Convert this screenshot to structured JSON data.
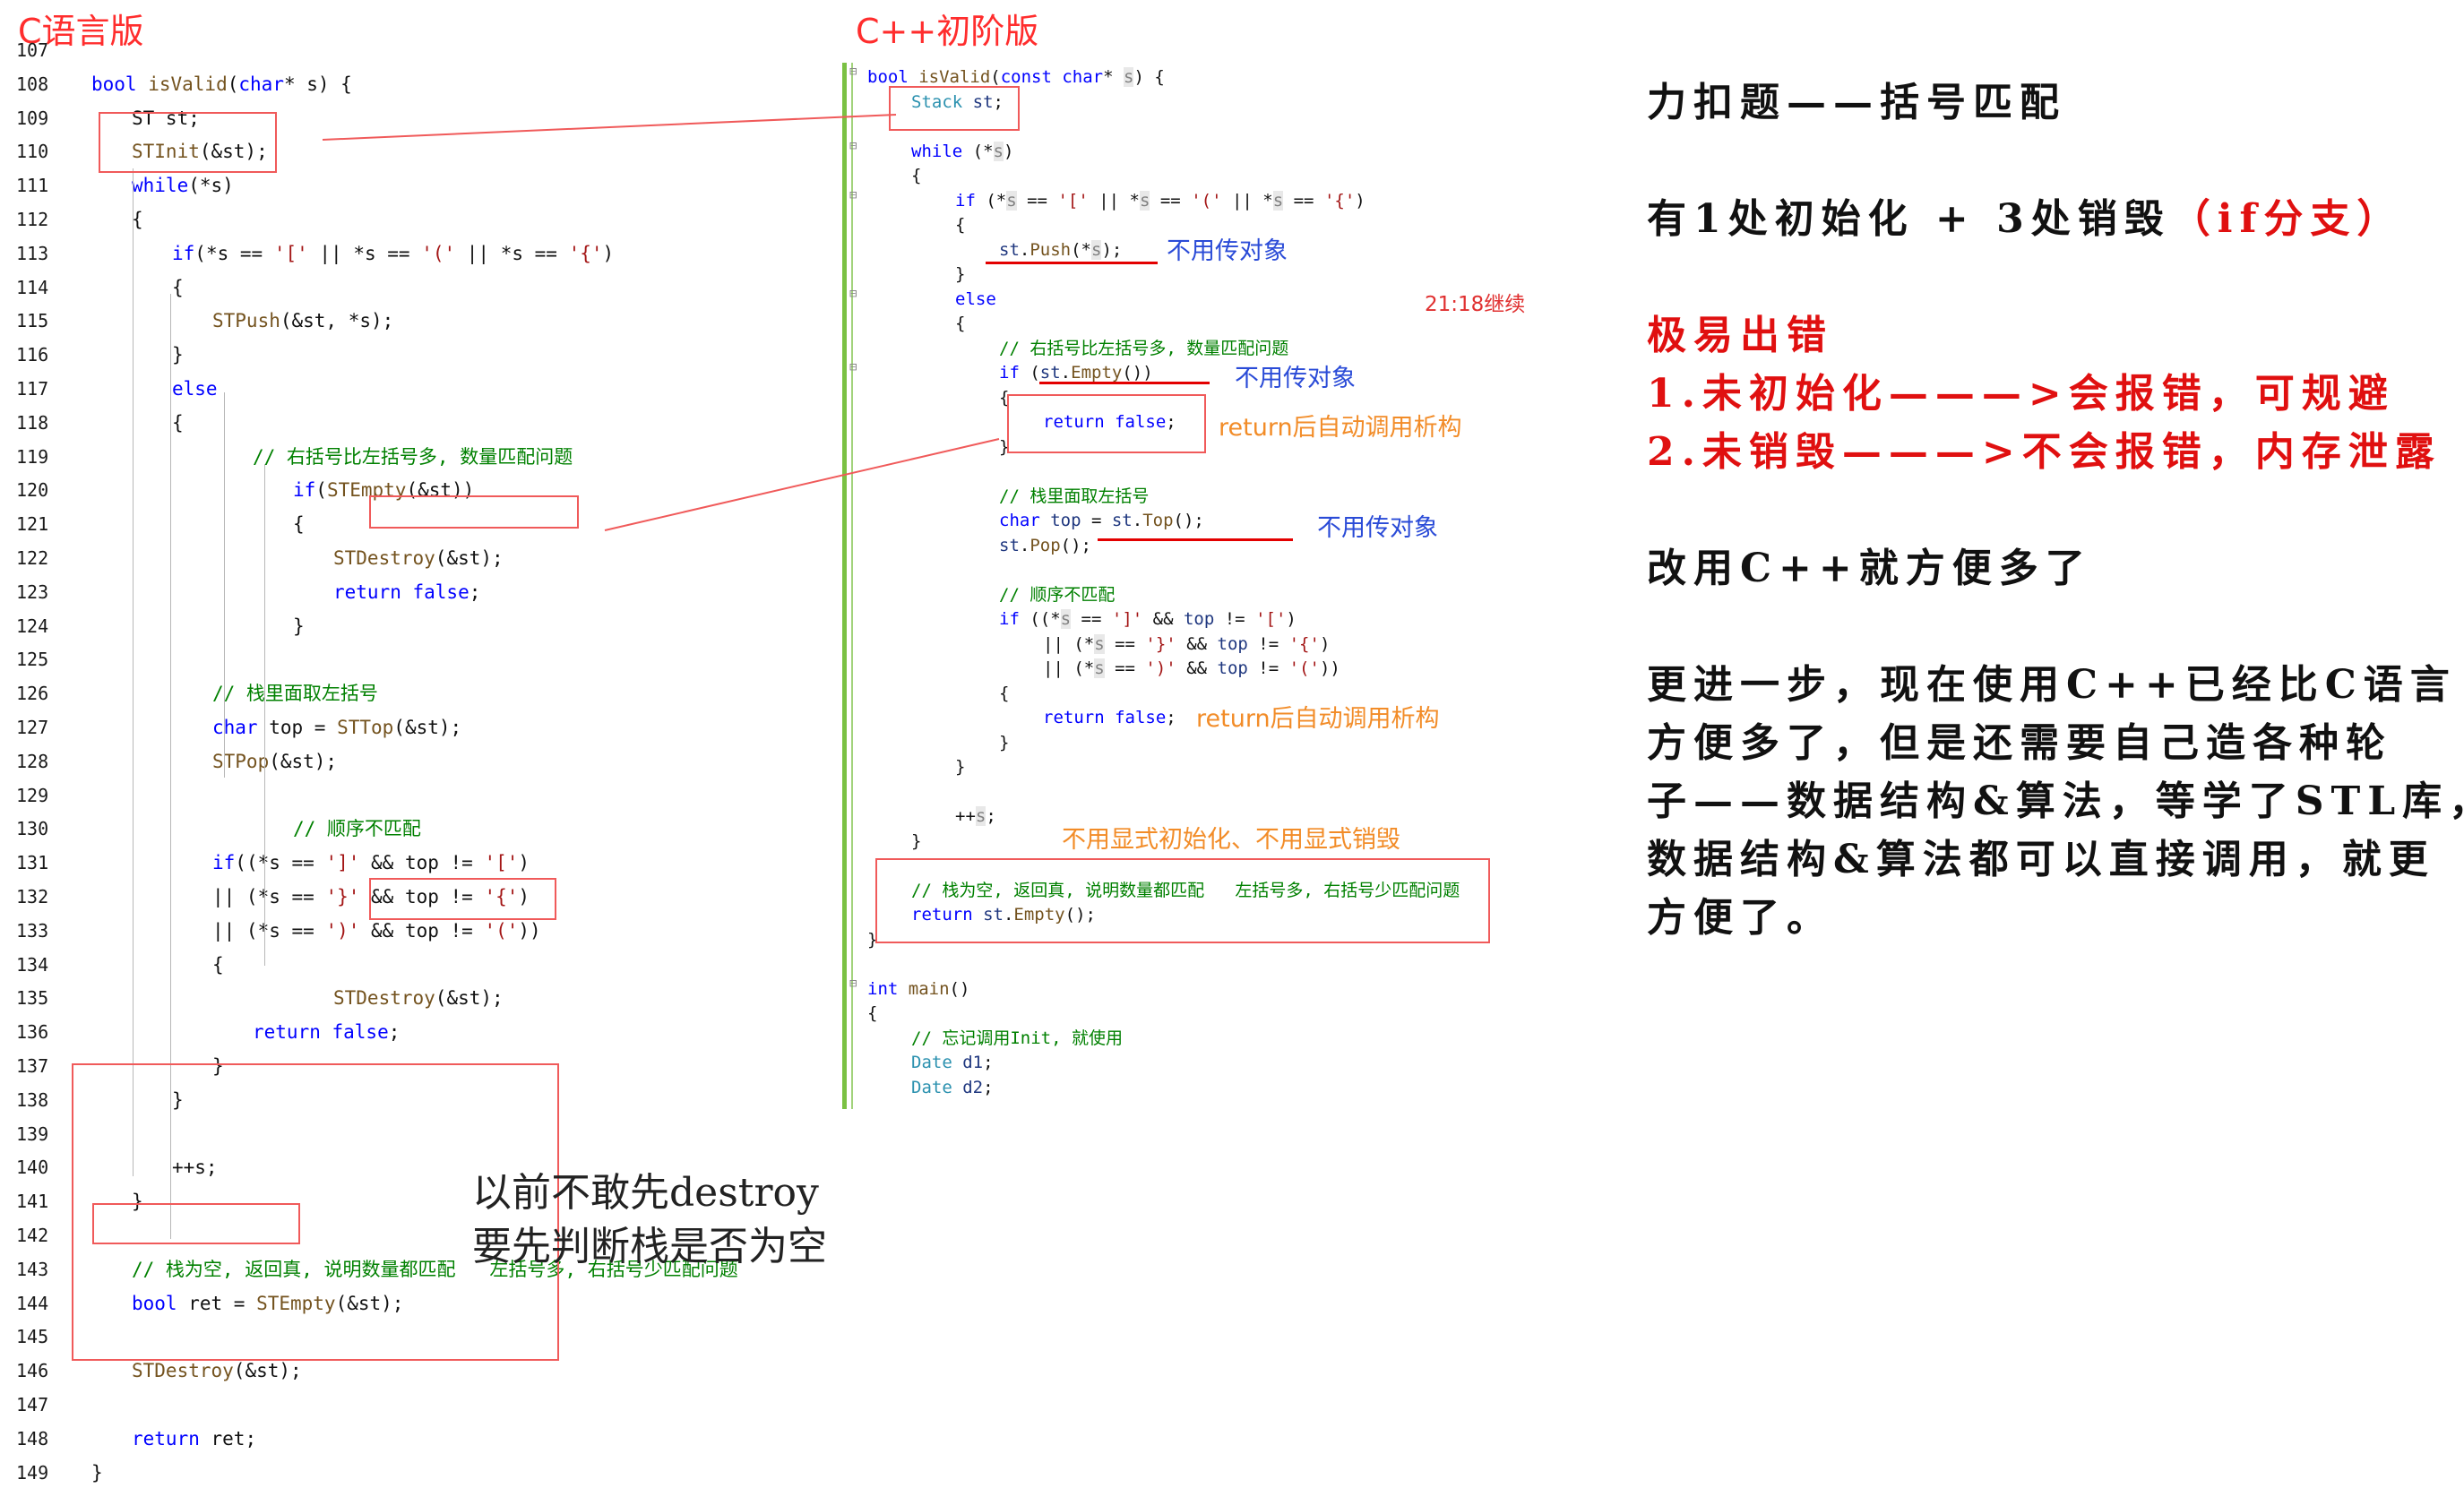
{
  "titles": {
    "c": "C语言版",
    "cpp": "C++初阶版"
  },
  "c_code": [
    {
      "n": "107",
      "t": []
    },
    {
      "n": "108",
      "t": [
        [
          "kw",
          "bool "
        ],
        [
          "fn",
          "isValid"
        ],
        [
          "plain",
          "("
        ],
        [
          "kw",
          "char"
        ],
        [
          "plain",
          "* s) {"
        ]
      ]
    },
    {
      "n": "109",
      "i": 1,
      "t": [
        [
          "plain",
          "ST st;"
        ]
      ]
    },
    {
      "n": "110",
      "i": 1,
      "t": [
        [
          "fn",
          "STInit"
        ],
        [
          "plain",
          "(&st);"
        ]
      ]
    },
    {
      "n": "111",
      "i": 1,
      "t": [
        [
          "kw",
          "while"
        ],
        [
          "plain",
          "(*s)"
        ]
      ]
    },
    {
      "n": "112",
      "i": 1,
      "t": [
        [
          "plain",
          "{"
        ]
      ]
    },
    {
      "n": "113",
      "i": 2,
      "t": [
        [
          "kw",
          "if"
        ],
        [
          "plain",
          "(*s == "
        ],
        [
          "str",
          "'['"
        ],
        [
          "plain",
          " || *s == "
        ],
        [
          "str",
          "'('"
        ],
        [
          "plain",
          " || *s == "
        ],
        [
          "str",
          "'{'"
        ],
        [
          "plain",
          ")"
        ]
      ]
    },
    {
      "n": "114",
      "i": 2,
      "t": [
        [
          "plain",
          "{"
        ]
      ]
    },
    {
      "n": "115",
      "i": 3,
      "t": [
        [
          "fn",
          "STPush"
        ],
        [
          "plain",
          "(&st, *s);"
        ]
      ]
    },
    {
      "n": "116",
      "i": 2,
      "t": [
        [
          "plain",
          "}"
        ]
      ]
    },
    {
      "n": "117",
      "i": 2,
      "t": [
        [
          "kw",
          "else"
        ]
      ]
    },
    {
      "n": "118",
      "i": 2,
      "t": [
        [
          "plain",
          "{"
        ]
      ]
    },
    {
      "n": "119",
      "i": 4,
      "t": [
        [
          "cm",
          "// 右括号比左括号多, 数量匹配问题"
        ]
      ]
    },
    {
      "n": "120",
      "i": 5,
      "t": [
        [
          "kw",
          "if"
        ],
        [
          "plain",
          "("
        ],
        [
          "fn",
          "STEmpty"
        ],
        [
          "plain",
          "(&st))"
        ]
      ]
    },
    {
      "n": "121",
      "i": 5,
      "t": [
        [
          "plain",
          "{"
        ]
      ]
    },
    {
      "n": "122",
      "i": 6,
      "t": [
        [
          "fn",
          "STDestroy"
        ],
        [
          "plain",
          "(&st);"
        ]
      ]
    },
    {
      "n": "123",
      "i": 6,
      "t": [
        [
          "kw",
          "return false"
        ],
        [
          "plain",
          ";"
        ]
      ]
    },
    {
      "n": "124",
      "i": 5,
      "t": [
        [
          "plain",
          "}"
        ]
      ]
    },
    {
      "n": "125",
      "t": []
    },
    {
      "n": "126",
      "i": 3,
      "t": [
        [
          "cm",
          "// 栈里面取左括号"
        ]
      ]
    },
    {
      "n": "127",
      "i": 3,
      "t": [
        [
          "kw",
          "char "
        ],
        [
          "plain",
          "top = "
        ],
        [
          "fn",
          "STTop"
        ],
        [
          "plain",
          "(&st);"
        ]
      ]
    },
    {
      "n": "128",
      "i": 3,
      "t": [
        [
          "fn",
          "STPop"
        ],
        [
          "plain",
          "(&st);"
        ]
      ]
    },
    {
      "n": "129",
      "t": []
    },
    {
      "n": "130",
      "i": 5,
      "t": [
        [
          "cm",
          "// 顺序不匹配"
        ]
      ]
    },
    {
      "n": "131",
      "i": 3,
      "t": [
        [
          "kw",
          "if"
        ],
        [
          "plain",
          "((*s == "
        ],
        [
          "str",
          "']'"
        ],
        [
          "plain",
          " && top != "
        ],
        [
          "str",
          "'['"
        ],
        [
          "plain",
          ")"
        ]
      ]
    },
    {
      "n": "132",
      "i": 3,
      "t": [
        [
          "plain",
          "|| (*s == "
        ],
        [
          "str",
          "'}'"
        ],
        [
          "plain",
          " && top != "
        ],
        [
          "str",
          "'{'"
        ],
        [
          "plain",
          ")"
        ]
      ]
    },
    {
      "n": "133",
      "i": 3,
      "t": [
        [
          "plain",
          "|| (*s == "
        ],
        [
          "str",
          "')'"
        ],
        [
          "plain",
          " && top != "
        ],
        [
          "str",
          "'('"
        ],
        [
          "plain",
          "))"
        ]
      ]
    },
    {
      "n": "134",
      "i": 3,
      "t": [
        [
          "plain",
          "{"
        ]
      ]
    },
    {
      "n": "135",
      "i": 6,
      "t": [
        [
          "fn",
          "STDestroy"
        ],
        [
          "plain",
          "(&st);"
        ]
      ]
    },
    {
      "n": "136",
      "i": 4,
      "t": [
        [
          "kw",
          "return false"
        ],
        [
          "plain",
          ";"
        ]
      ]
    },
    {
      "n": "137",
      "i": 3,
      "t": [
        [
          "plain",
          "}"
        ]
      ]
    },
    {
      "n": "138",
      "i": 2,
      "t": [
        [
          "plain",
          "}"
        ]
      ]
    },
    {
      "n": "139",
      "t": []
    },
    {
      "n": "140",
      "i": 2,
      "t": [
        [
          "plain",
          "++s;"
        ]
      ]
    },
    {
      "n": "141",
      "i": 1,
      "t": [
        [
          "plain",
          "}"
        ]
      ]
    },
    {
      "n": "142",
      "t": []
    },
    {
      "n": "143",
      "i": 1,
      "t": [
        [
          "cm",
          "// 栈为空, 返回真, 说明数量都匹配   左括号多, 右括号少匹配问题"
        ]
      ]
    },
    {
      "n": "144",
      "i": 1,
      "t": [
        [
          "kw",
          "bool "
        ],
        [
          "plain",
          "ret = "
        ],
        [
          "fn",
          "STEmpty"
        ],
        [
          "plain",
          "(&st);"
        ]
      ]
    },
    {
      "n": "145",
      "t": []
    },
    {
      "n": "146",
      "i": 1,
      "t": [
        [
          "fn",
          "STDestroy"
        ],
        [
          "plain",
          "(&st);"
        ]
      ]
    },
    {
      "n": "147",
      "t": []
    },
    {
      "n": "148",
      "i": 1,
      "t": [
        [
          "kw",
          "return "
        ],
        [
          "plain",
          "ret;"
        ]
      ]
    },
    {
      "n": "149",
      "t": [
        [
          "plain",
          "}"
        ]
      ]
    }
  ],
  "cpp_code": [
    {
      "y": 0,
      "i": 0,
      "t": [
        [
          "kw",
          "bool "
        ],
        [
          "fn",
          "isValid"
        ],
        [
          "plain",
          "("
        ],
        [
          "kw",
          "const char"
        ],
        [
          "plain",
          "* "
        ],
        [
          "par",
          "s"
        ],
        [
          "plain",
          ") {"
        ]
      ]
    },
    {
      "y": 1,
      "i": 1,
      "t": [
        [
          "ty",
          "Stack "
        ],
        [
          "var",
          "st"
        ],
        [
          "plain",
          ";"
        ]
      ]
    },
    {
      "y": 3,
      "i": 1,
      "t": [
        [
          "kw",
          "while "
        ],
        [
          "plain",
          "(*"
        ],
        [
          "par",
          "s"
        ],
        [
          "plain",
          ")"
        ]
      ]
    },
    {
      "y": 4,
      "i": 1,
      "t": [
        [
          "plain",
          "{"
        ]
      ]
    },
    {
      "y": 5,
      "i": 2,
      "t": [
        [
          "kw",
          "if "
        ],
        [
          "plain",
          "(*"
        ],
        [
          "par",
          "s"
        ],
        [
          "plain",
          " == "
        ],
        [
          "str",
          "'['"
        ],
        [
          "plain",
          " || *"
        ],
        [
          "par",
          "s"
        ],
        [
          "plain",
          " == "
        ],
        [
          "str",
          "'('"
        ],
        [
          "plain",
          " || *"
        ],
        [
          "par",
          "s"
        ],
        [
          "plain",
          " == "
        ],
        [
          "str",
          "'{'"
        ],
        [
          "plain",
          ")"
        ]
      ]
    },
    {
      "y": 6,
      "i": 2,
      "t": [
        [
          "plain",
          "{"
        ]
      ]
    },
    {
      "y": 7,
      "i": 3,
      "t": [
        [
          "var",
          "st"
        ],
        [
          "plain",
          "."
        ],
        [
          "fn",
          "Push"
        ],
        [
          "plain",
          "(*"
        ],
        [
          "par",
          "s"
        ],
        [
          "plain",
          ");"
        ]
      ]
    },
    {
      "y": 8,
      "i": 2,
      "t": [
        [
          "plain",
          "}"
        ]
      ]
    },
    {
      "y": 9,
      "i": 2,
      "t": [
        [
          "kw",
          "else"
        ]
      ]
    },
    {
      "y": 10,
      "i": 2,
      "t": [
        [
          "plain",
          "{"
        ]
      ]
    },
    {
      "y": 11,
      "i": 3,
      "t": [
        [
          "cm",
          "// 右括号比左括号多, 数量匹配问题"
        ]
      ]
    },
    {
      "y": 12,
      "i": 3,
      "t": [
        [
          "kw",
          "if "
        ],
        [
          "plain",
          "("
        ],
        [
          "var",
          "st"
        ],
        [
          "plain",
          "."
        ],
        [
          "fn",
          "Empty"
        ],
        [
          "plain",
          "())"
        ]
      ]
    },
    {
      "y": 13,
      "i": 3,
      "t": [
        [
          "plain",
          "{"
        ]
      ]
    },
    {
      "y": 14,
      "i": 4,
      "t": [
        [
          "kw",
          "return false"
        ],
        [
          "plain",
          ";"
        ]
      ]
    },
    {
      "y": 15,
      "i": 3,
      "t": [
        [
          "plain",
          "}"
        ]
      ]
    },
    {
      "y": 17,
      "i": 3,
      "t": [
        [
          "cm",
          "// 栈里面取左括号"
        ]
      ]
    },
    {
      "y": 18,
      "i": 3,
      "t": [
        [
          "kw",
          "char "
        ],
        [
          "var",
          "top"
        ],
        [
          "plain",
          " = "
        ],
        [
          "var",
          "st"
        ],
        [
          "plain",
          "."
        ],
        [
          "fn",
          "Top"
        ],
        [
          "plain",
          "();"
        ]
      ]
    },
    {
      "y": 19,
      "i": 3,
      "t": [
        [
          "var",
          "st"
        ],
        [
          "plain",
          "."
        ],
        [
          "fn",
          "Pop"
        ],
        [
          "plain",
          "();"
        ]
      ]
    },
    {
      "y": 21,
      "i": 3,
      "t": [
        [
          "cm",
          "// 顺序不匹配"
        ]
      ]
    },
    {
      "y": 22,
      "i": 3,
      "t": [
        [
          "kw",
          "if "
        ],
        [
          "plain",
          "((*"
        ],
        [
          "par",
          "s"
        ],
        [
          "plain",
          " == "
        ],
        [
          "str",
          "']'"
        ],
        [
          "plain",
          " && "
        ],
        [
          "var",
          "top"
        ],
        [
          "plain",
          " != "
        ],
        [
          "str",
          "'['"
        ],
        [
          "plain",
          ")"
        ]
      ]
    },
    {
      "y": 23,
      "i": 4,
      "t": [
        [
          "plain",
          "|| (*"
        ],
        [
          "par",
          "s"
        ],
        [
          "plain",
          " == "
        ],
        [
          "str",
          "'}'"
        ],
        [
          "plain",
          " && "
        ],
        [
          "var",
          "top"
        ],
        [
          "plain",
          " != "
        ],
        [
          "str",
          "'{'"
        ],
        [
          "plain",
          ")"
        ]
      ]
    },
    {
      "y": 24,
      "i": 4,
      "t": [
        [
          "plain",
          "|| (*"
        ],
        [
          "par",
          "s"
        ],
        [
          "plain",
          " == "
        ],
        [
          "str",
          "')'"
        ],
        [
          "plain",
          " && "
        ],
        [
          "var",
          "top"
        ],
        [
          "plain",
          " != "
        ],
        [
          "str",
          "'('"
        ],
        [
          "plain",
          "))"
        ]
      ]
    },
    {
      "y": 25,
      "i": 3,
      "t": [
        [
          "plain",
          "{"
        ]
      ]
    },
    {
      "y": 26,
      "i": 4,
      "t": [
        [
          "kw",
          "return false"
        ],
        [
          "plain",
          ";"
        ]
      ]
    },
    {
      "y": 27,
      "i": 3,
      "t": [
        [
          "plain",
          "}"
        ]
      ]
    },
    {
      "y": 28,
      "i": 2,
      "t": [
        [
          "plain",
          "}"
        ]
      ]
    },
    {
      "y": 30,
      "i": 2,
      "t": [
        [
          "plain",
          "++"
        ],
        [
          "par",
          "s"
        ],
        [
          "plain",
          ";"
        ]
      ]
    },
    {
      "y": 31,
      "i": 1,
      "t": [
        [
          "plain",
          "}"
        ]
      ]
    },
    {
      "y": 33,
      "i": 1,
      "t": [
        [
          "cm",
          "// 栈为空, 返回真, 说明数量都匹配   左括号多, 右括号少匹配问题"
        ]
      ]
    },
    {
      "y": 34,
      "i": 1,
      "t": [
        [
          "kw",
          "return "
        ],
        [
          "var",
          "st"
        ],
        [
          "plain",
          "."
        ],
        [
          "fn",
          "Empty"
        ],
        [
          "plain",
          "();"
        ]
      ]
    },
    {
      "y": 35,
      "i": 0,
      "t": [
        [
          "plain",
          "}"
        ]
      ]
    },
    {
      "y": 37,
      "i": 0,
      "t": [
        [
          "kw",
          "int "
        ],
        [
          "fn",
          "main"
        ],
        [
          "plain",
          "()"
        ]
      ]
    },
    {
      "y": 38,
      "i": 0,
      "t": [
        [
          "plain",
          "{"
        ]
      ]
    },
    {
      "y": 39,
      "i": 1,
      "t": [
        [
          "cm",
          "// 忘记调用Init, 就使用"
        ]
      ]
    },
    {
      "y": 40,
      "i": 1,
      "t": [
        [
          "ty",
          "Date "
        ],
        [
          "var",
          "d1"
        ],
        [
          "plain",
          ";"
        ]
      ]
    },
    {
      "y": 41,
      "i": 1,
      "t": [
        [
          "ty",
          "Date "
        ],
        [
          "var",
          "d2"
        ],
        [
          "plain",
          ";"
        ]
      ]
    }
  ],
  "annotations": {
    "no_pass_obj_1": "不用传对象",
    "no_pass_obj_2": "不用传对象",
    "no_pass_obj_3": "不用传对象",
    "auto_dtor_1": "return后自动调用析构",
    "auto_dtor_2": "return后自动调用析构",
    "no_explicit": "不用显式初始化、不用显式销毁",
    "timestamp": "21:18继续",
    "hand_line1": "以前不敢先destroy",
    "hand_line2": "要先判断栈是否为空"
  },
  "notes": {
    "l1": "力扣题——括号匹配",
    "l2a": "有1处初始化 + 3处销毁",
    "l2b": "（if分支）",
    "l3": "极易出错",
    "l4": "1.未初始化———>会报错，可规避",
    "l5": "2.未销毁———>不会报错，内存泄露",
    "l6": "改用C++就方便多了",
    "l7": "更进一步，现在使用C++已经比C语言",
    "l8": "方便多了，但是还需要自己造各种轮",
    "l9": "子——数据结构&算法，等学了STL库，",
    "l10": "数据结构&算法都可以直接调用，就更",
    "l11": "方便了。"
  },
  "colors": {
    "accent_red": "#e01010",
    "note_blue": "#2a4bd7",
    "note_orange": "#f28c28",
    "green_bar": "#7ac143"
  }
}
